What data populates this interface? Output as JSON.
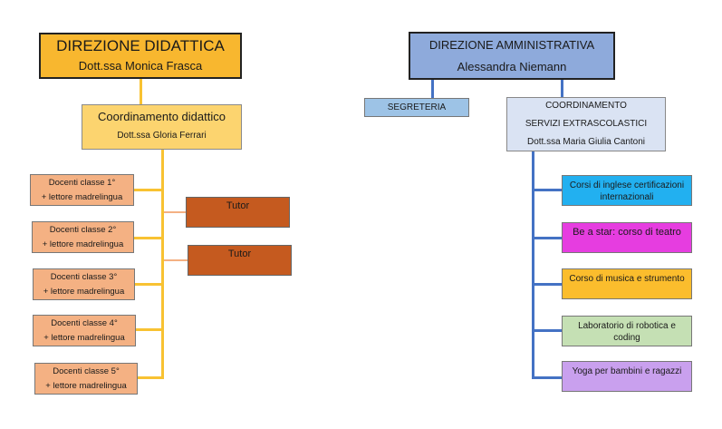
{
  "left": {
    "direzione_didattica": {
      "title": "DIREZIONE DIDATTICA",
      "name": "Dott.ssa Monica Frasca"
    },
    "coordinamento_didattico": {
      "title": "Coordinamento didattico",
      "name": "Dott.ssa Gloria Ferrari"
    },
    "docenti": [
      {
        "line1": "Docenti classe 1°",
        "line2": "+ lettore madrelingua"
      },
      {
        "line1": "Docenti classe 2°",
        "line2": "+ lettore madrelingua"
      },
      {
        "line1": "Docenti classe 3°",
        "line2": "+ lettore madrelingua"
      },
      {
        "line1": "Docenti classe 4°",
        "line2": "+ lettore madrelingua"
      },
      {
        "line1": "Docenti classe 5°",
        "line2": "+ lettore madrelingua"
      }
    ],
    "tutors": [
      {
        "label": "Tutor"
      },
      {
        "label": "Tutor"
      }
    ]
  },
  "right": {
    "direzione_amministrativa": {
      "title": "DIREZIONE AMMINISTRATIVA",
      "name": "Alessandra Niemann"
    },
    "segreteria": {
      "label": "SEGRETERIA"
    },
    "coordinamento_servizi": {
      "line1": "COORDINAMENTO",
      "line2": "SERVIZI EXTRASCOLASTICI",
      "name": "Dott.ssa Maria Giulia Cantoni"
    },
    "servizi": [
      {
        "label": "Corsi di inglese certificazioni internazionali",
        "color": "#22b0f0"
      },
      {
        "label": "Be a star: corso di teatro",
        "color": "#e63de0"
      },
      {
        "label": "Corso di musica e strumento",
        "color": "#fbbd2d"
      },
      {
        "label": "Laboratorio di robotica e coding",
        "color": "#c5e0b4"
      },
      {
        "label": "Yoga per bambini e ragazzi",
        "color": "#c9a0ee"
      }
    ]
  },
  "colors": {
    "left_connector": "#f8c232",
    "tutor_connector": "#f4b183",
    "right_connector": "#4472c4"
  }
}
